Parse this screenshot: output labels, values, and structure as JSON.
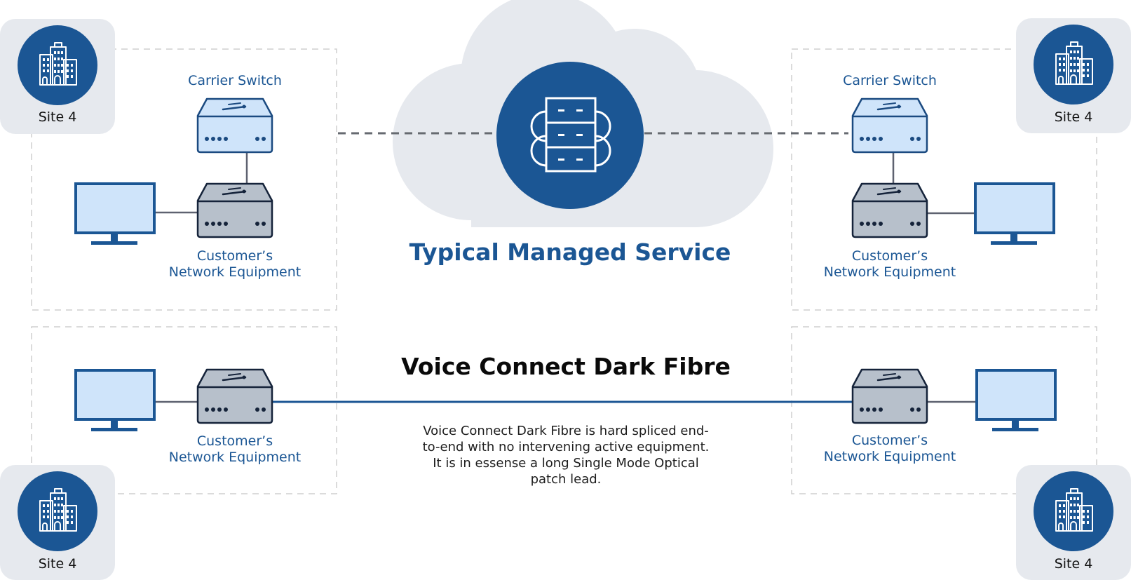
{
  "managed_service": {
    "title": "Typical Managed Service",
    "left": {
      "site_label": "Site 4",
      "carrier_label": "Carrier Switch",
      "customer_label_line1": "Customer’s",
      "customer_label_line2": "Network Equipment"
    },
    "right": {
      "site_label": "Site 4",
      "carrier_label": "Carrier Switch",
      "customer_label_line1": "Customer’s",
      "customer_label_line2": "Network Equipment"
    }
  },
  "dark_fibre": {
    "title": "Voice Connect Dark Fibre",
    "description": "Voice Connect Dark Fibre is hard spliced end-to-end with no intervening active equipment. It is in essense a long Single Mode Optical patch lead.",
    "left": {
      "site_label": "Site 4",
      "customer_label_line1": "Customer’s",
      "customer_label_line2": "Network Equipment"
    },
    "right": {
      "site_label": "Site 4",
      "customer_label_line1": "Customer’s",
      "customer_label_line2": "Network Equipment"
    }
  },
  "colors": {
    "brand_blue": "#1b5694",
    "cloud_grey": "#e6e9ee",
    "switch_light_blue": "#cfe4fa",
    "switch_grey": "#b7c0cb",
    "dashed_border": "#cfcfcf"
  },
  "icons": {
    "site": "building-icon",
    "server": "server-stack-icon",
    "monitor": "monitor-icon",
    "switch": "network-switch-icon"
  }
}
